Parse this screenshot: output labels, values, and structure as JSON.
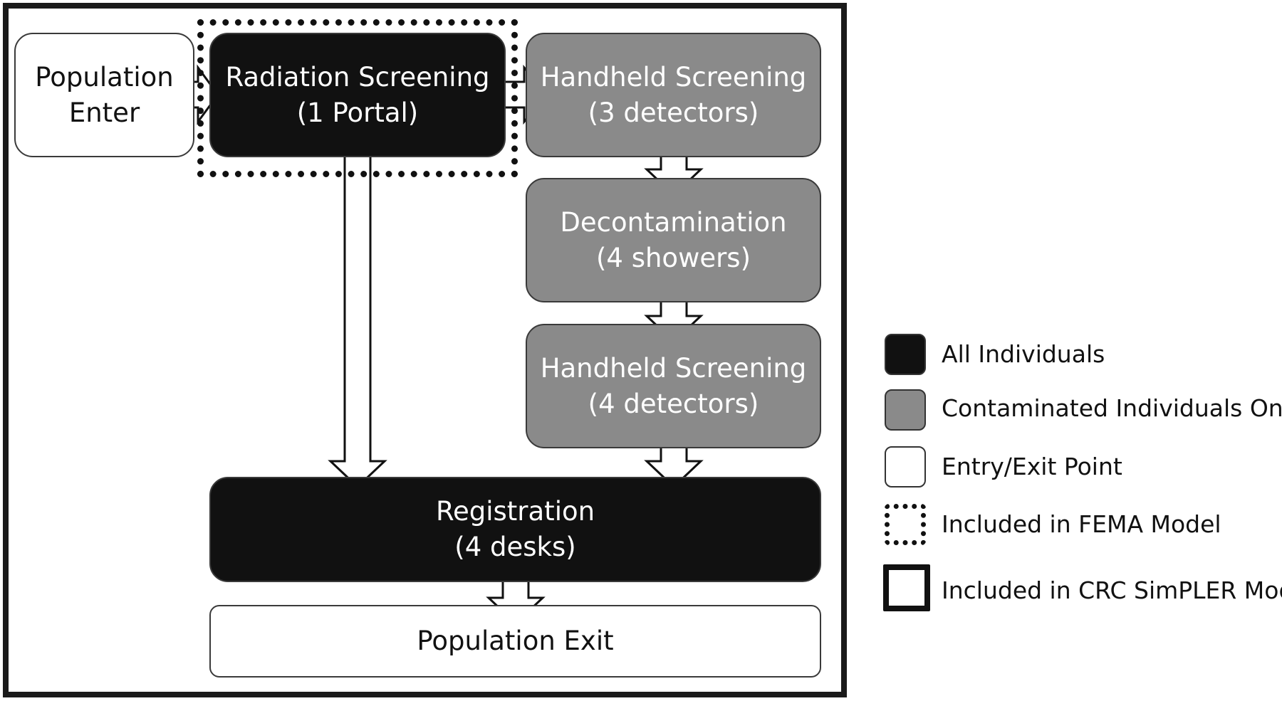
{
  "nodes": {
    "population_enter": {
      "line1": "Population",
      "line2": "Enter"
    },
    "radiation_screening": {
      "line1": "Radiation Screening",
      "line2": "(1 Portal)"
    },
    "handheld_screening_1": {
      "line1": "Handheld Screening",
      "line2": "(3 detectors)"
    },
    "decontamination": {
      "line1": "Decontamination",
      "line2": "(4 showers)"
    },
    "handheld_screening_2": {
      "line1": "Handheld Screening",
      "line2": "(4 detectors)"
    },
    "registration": {
      "line1": "Registration",
      "line2": "(4 desks)"
    },
    "population_exit": {
      "line1": "Population Exit"
    }
  },
  "legend": {
    "all_individuals": "All Individuals",
    "contaminated_only": "Contaminated Individuals Only",
    "entry_exit": "Entry/Exit Point",
    "fema_model": "Included in FEMA Model",
    "crc_model": "Included in CRC SimPLER Model"
  },
  "colors": {
    "black_node": "#111111",
    "gray_node": "#8a8a8a",
    "white_node": "#ffffff"
  }
}
